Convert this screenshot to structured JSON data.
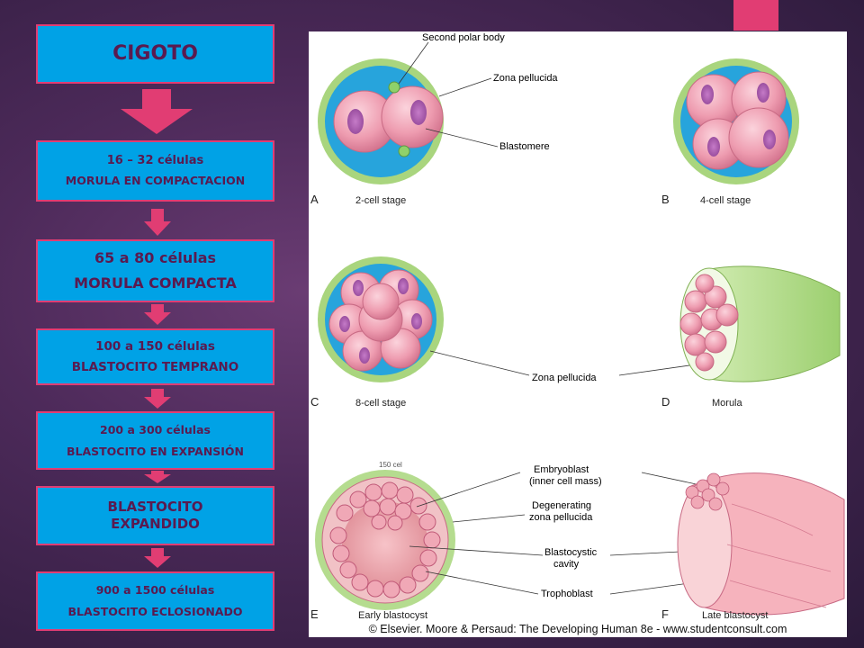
{
  "flow": [
    {
      "line1": "CIGOTO",
      "line2": ""
    },
    {
      "line1": "16 – 32 células",
      "line2": "MORULA EN COMPACTACION"
    },
    {
      "line1": "65 a 80 células",
      "line2": "MORULA COMPACTA"
    },
    {
      "line1": "100 a 150 células",
      "line2": "BLASTOCITO TEMPRANO"
    },
    {
      "line1": "200 a 300 células",
      "line2": "BLASTOCITO EN EXPANSIÓN"
    },
    {
      "line1": "BLASTOCITO",
      "line2": "EXPANDIDO"
    },
    {
      "line1": "900 a 1500 células",
      "line2": "BLASTOCITO ECLOSIONADO"
    }
  ],
  "figure": {
    "labels": {
      "second_polar_body": "Second polar body",
      "zona_pellucida": "Zona pellucida",
      "blastomere": "Blastomere",
      "zona_pellucida_2": "Zona pellucida",
      "embryoblast": "Embryoblast",
      "inner_cell_mass": "(inner cell mass)",
      "degenerating": "Degenerating",
      "zona_pellucida_3": "zona pellucida",
      "blastocystic": "Blastocystic",
      "cavity": "cavity",
      "trophoblast": "Trophoblast",
      "cel_150": "150 cel"
    },
    "panels": {
      "A": {
        "letter": "A",
        "caption": "2-cell stage"
      },
      "B": {
        "letter": "B",
        "caption": "4-cell stage"
      },
      "C": {
        "letter": "C",
        "caption": "8-cell stage"
      },
      "D": {
        "letter": "D",
        "caption": "Morula"
      },
      "E": {
        "letter": "E",
        "caption": "Early blastocyst"
      },
      "F": {
        "letter": "F",
        "caption": "Late blastocyst"
      }
    },
    "credit": "© Elsevier. Moore & Persaud: The Developing Human 8e - www.studentconsult.com"
  }
}
